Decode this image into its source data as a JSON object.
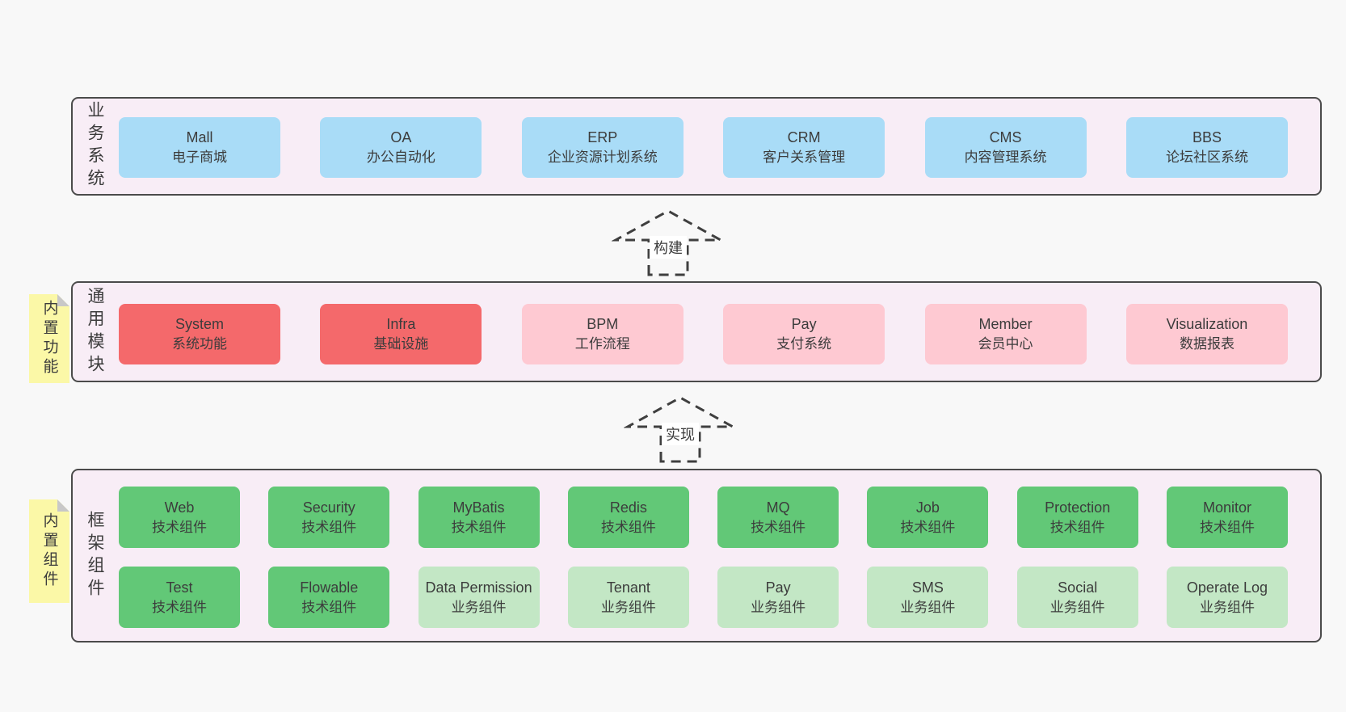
{
  "colors": {
    "page_bg": "#f8f8f8",
    "container_bg": "#f8edf6",
    "container_border": "#4b4b4b",
    "blue_box": "#a9dcf7",
    "red_box": "#f4696b",
    "pink_box": "#fec9d2",
    "green_dark_box": "#62c877",
    "green_light_box": "#c3e7c5",
    "sticky_yellow": "#fbf8a7",
    "sticky_fold_gray": "#c8c8c8",
    "text": "#3c3c3c"
  },
  "arrows": [
    {
      "label": "构建"
    },
    {
      "label": "实现"
    }
  ],
  "layers": [
    {
      "name": "业务系统",
      "boxes": [
        {
          "title": "Mall",
          "subtitle": "电子商城"
        },
        {
          "title": "OA",
          "subtitle": "办公自动化"
        },
        {
          "title": "ERP",
          "subtitle": "企业资源计划系统"
        },
        {
          "title": "CRM",
          "subtitle": "客户关系管理"
        },
        {
          "title": "CMS",
          "subtitle": "内容管理系统"
        },
        {
          "title": "BBS",
          "subtitle": "论坛社区系统"
        }
      ]
    },
    {
      "name": "通用模块",
      "sticky": "内置功能",
      "boxes": [
        {
          "title": "System",
          "subtitle": "系统功能",
          "variant": "red"
        },
        {
          "title": "Infra",
          "subtitle": "基础设施",
          "variant": "red"
        },
        {
          "title": "BPM",
          "subtitle": "工作流程",
          "variant": "pink"
        },
        {
          "title": "Pay",
          "subtitle": "支付系统",
          "variant": "pink"
        },
        {
          "title": "Member",
          "subtitle": "会员中心",
          "variant": "pink"
        },
        {
          "title": "Visualization",
          "subtitle": "数据报表",
          "variant": "pink"
        }
      ]
    },
    {
      "name": "框架组件",
      "sticky": "内置组件",
      "row1": [
        {
          "title": "Web",
          "subtitle": "技术组件",
          "variant": "dark"
        },
        {
          "title": "Security",
          "subtitle": "技术组件",
          "variant": "dark"
        },
        {
          "title": "MyBatis",
          "subtitle": "技术组件",
          "variant": "dark"
        },
        {
          "title": "Redis",
          "subtitle": "技术组件",
          "variant": "dark"
        },
        {
          "title": "MQ",
          "subtitle": "技术组件",
          "variant": "dark"
        },
        {
          "title": "Job",
          "subtitle": "技术组件",
          "variant": "dark"
        },
        {
          "title": "Protection",
          "subtitle": "技术组件",
          "variant": "dark"
        },
        {
          "title": "Monitor",
          "subtitle": "技术组件",
          "variant": "dark"
        }
      ],
      "row2": [
        {
          "title": "Test",
          "subtitle": "技术组件",
          "variant": "dark"
        },
        {
          "title": "Flowable",
          "subtitle": "技术组件",
          "variant": "dark"
        },
        {
          "title": "Data Permission",
          "subtitle": "业务组件",
          "variant": "light"
        },
        {
          "title": "Tenant",
          "subtitle": "业务组件",
          "variant": "light"
        },
        {
          "title": "Pay",
          "subtitle": "业务组件",
          "variant": "light"
        },
        {
          "title": "SMS",
          "subtitle": "业务组件",
          "variant": "light"
        },
        {
          "title": "Social",
          "subtitle": "业务组件",
          "variant": "light"
        },
        {
          "title": "Operate Log",
          "subtitle": "业务组件",
          "variant": "light"
        }
      ]
    }
  ]
}
